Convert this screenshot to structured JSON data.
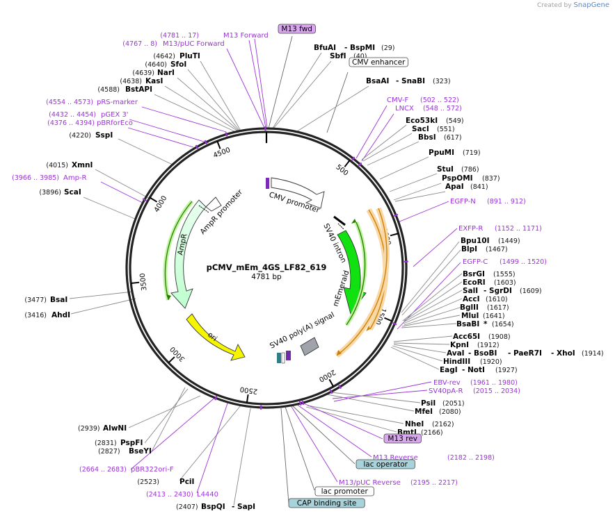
{
  "app": {
    "credit_prefix": "Created by",
    "credit_brand": "SnapGene"
  },
  "plasmid": {
    "name": "pCMV_mEm_4GS_LF82_619",
    "length": "4781 bp"
  },
  "colors": {
    "backbone": "#222222",
    "primer": "#9b30d9",
    "enzyme_line": "#888888",
    "mEmerald": "#11e011",
    "AmpR": "#cfffd9",
    "ori": "#f5f500",
    "orf_outline": "#d47e00",
    "orf_fill": "#f7d9a8"
  },
  "ticks": [
    "500",
    "1000",
    "1500",
    "2000",
    "2500",
    "3000",
    "3500",
    "4000",
    "4500"
  ],
  "features": {
    "cmv_promoter": "CMV promoter",
    "sv40_intron": "SV40 intron",
    "mEmerald": "mEmerald",
    "sv40_polyA": "SV40 poly(A) signal",
    "ori": "ori",
    "ampR": "AmpR",
    "ampR_promoter": "AmpR promoter"
  },
  "labels": [
    {
      "kind": "pos",
      "text": "(4781 .. 17)",
      "c": "p"
    },
    {
      "kind": "primer",
      "text": "M13 Forward"
    },
    {
      "kind": "box",
      "text": "M13 fwd",
      "style": "purple"
    },
    {
      "kind": "pos",
      "text": "(4767 .. 8)",
      "c": "p"
    },
    {
      "kind": "primer",
      "text": "M13/pUC Forward"
    },
    {
      "kind": "enz",
      "text": "BfuAI"
    },
    {
      "kind": "enz",
      "text": "- BspMI"
    },
    {
      "kind": "pos",
      "text": "(29)"
    },
    {
      "kind": "enz",
      "text": "SbfI"
    },
    {
      "kind": "pos",
      "text": "(40)"
    },
    {
      "kind": "pos",
      "text": "(4642)"
    },
    {
      "kind": "enz",
      "text": "PluTI"
    },
    {
      "kind": "pos",
      "text": "(4640)"
    },
    {
      "kind": "enz",
      "text": "SfoI"
    },
    {
      "kind": "pos",
      "text": "(4639)"
    },
    {
      "kind": "enz",
      "text": "NarI"
    },
    {
      "kind": "pos",
      "text": "(4638)"
    },
    {
      "kind": "enz",
      "text": "KasI"
    },
    {
      "kind": "pos",
      "text": "(4588)"
    },
    {
      "kind": "enz",
      "text": "BstAPI"
    },
    {
      "kind": "box",
      "text": "CMV enhancer",
      "style": "white"
    },
    {
      "kind": "enz",
      "text": "BsaAI"
    },
    {
      "kind": "enz",
      "text": "- SnaBI"
    },
    {
      "kind": "pos",
      "text": "(323)"
    },
    {
      "kind": "pos",
      "text": "(4554 .. 4573)",
      "c": "p"
    },
    {
      "kind": "primer",
      "text": "pRS-marker"
    },
    {
      "kind": "primer",
      "text": "CMV-F"
    },
    {
      "kind": "pos",
      "text": "(502 .. 522)",
      "c": "p"
    },
    {
      "kind": "primer",
      "text": "LNCX"
    },
    {
      "kind": "pos",
      "text": "(548 .. 572)",
      "c": "p"
    },
    {
      "kind": "pos",
      "text": "(4432 .. 4454)",
      "c": "p"
    },
    {
      "kind": "primer",
      "text": "pGEX 3'"
    },
    {
      "kind": "pos",
      "text": "(4376 .. 4394)",
      "c": "p"
    },
    {
      "kind": "primer",
      "text": "pBRforEco"
    },
    {
      "kind": "enz",
      "text": "Eco53kI"
    },
    {
      "kind": "pos",
      "text": "(549)"
    },
    {
      "kind": "enz",
      "text": "SacI"
    },
    {
      "kind": "pos",
      "text": "(551)"
    },
    {
      "kind": "pos",
      "text": "(4220)"
    },
    {
      "kind": "enz",
      "text": "SspI"
    },
    {
      "kind": "enz",
      "text": "BbsI"
    },
    {
      "kind": "pos",
      "text": "(617)"
    },
    {
      "kind": "enz",
      "text": "PpuMI"
    },
    {
      "kind": "pos",
      "text": "(719)"
    },
    {
      "kind": "pos",
      "text": "(4015)"
    },
    {
      "kind": "enz",
      "text": "XmnI"
    },
    {
      "kind": "enz",
      "text": "StuI"
    },
    {
      "kind": "pos",
      "text": "(786)"
    },
    {
      "kind": "pos",
      "text": "(3966 .. 3985)",
      "c": "p"
    },
    {
      "kind": "primer",
      "text": "Amp-R"
    },
    {
      "kind": "enz",
      "text": "PspOMI"
    },
    {
      "kind": "pos",
      "text": "(837)"
    },
    {
      "kind": "enz",
      "text": "ApaI"
    },
    {
      "kind": "pos",
      "text": "(841)"
    },
    {
      "kind": "pos",
      "text": "(3896)"
    },
    {
      "kind": "enz",
      "text": "ScaI"
    },
    {
      "kind": "primer",
      "text": "EGFP-N"
    },
    {
      "kind": "pos",
      "text": "(891 .. 912)",
      "c": "p"
    },
    {
      "kind": "primer",
      "text": "EXFP-R"
    },
    {
      "kind": "pos",
      "text": "(1152 .. 1171)",
      "c": "p"
    },
    {
      "kind": "enz",
      "text": "Bpu10I"
    },
    {
      "kind": "pos",
      "text": "(1449)"
    },
    {
      "kind": "enz",
      "text": "BlpI"
    },
    {
      "kind": "pos",
      "text": "(1467)"
    },
    {
      "kind": "primer",
      "text": "EGFP-C"
    },
    {
      "kind": "pos",
      "text": "(1499 .. 1520)",
      "c": "p"
    },
    {
      "kind": "enz",
      "text": "BsrGI"
    },
    {
      "kind": "pos",
      "text": "(1555)"
    },
    {
      "kind": "enz",
      "text": "EcoRI"
    },
    {
      "kind": "pos",
      "text": "(1603)"
    },
    {
      "kind": "pos",
      "text": "(3477)"
    },
    {
      "kind": "enz",
      "text": "BsaI"
    },
    {
      "kind": "enz",
      "text": "SalI"
    },
    {
      "kind": "enz",
      "text": "- SgrDI"
    },
    {
      "kind": "pos",
      "text": "(1609)"
    },
    {
      "kind": "enz",
      "text": "AccI"
    },
    {
      "kind": "pos",
      "text": "(1610)"
    },
    {
      "kind": "pos",
      "text": "(3416)"
    },
    {
      "kind": "enz",
      "text": "AhdI"
    },
    {
      "kind": "enz",
      "text": "BglII"
    },
    {
      "kind": "pos",
      "text": "(1617)"
    },
    {
      "kind": "enz",
      "text": "MluI"
    },
    {
      "kind": "pos",
      "text": "(1641)"
    },
    {
      "kind": "enz",
      "text": "BsaBI"
    },
    {
      "kind": "enz",
      "text": "*"
    },
    {
      "kind": "pos",
      "text": "(1654)"
    },
    {
      "kind": "enz",
      "text": "Acc65I"
    },
    {
      "kind": "pos",
      "text": "(1908)"
    },
    {
      "kind": "enz",
      "text": "KpnI"
    },
    {
      "kind": "pos",
      "text": "(1912)"
    },
    {
      "kind": "enz",
      "text": "AvaI"
    },
    {
      "kind": "enz",
      "text": "- BsoBI"
    },
    {
      "kind": "enz",
      "text": "- PaeR7I"
    },
    {
      "kind": "enz",
      "text": "- XhoI"
    },
    {
      "kind": "pos",
      "text": "(1914)"
    },
    {
      "kind": "enz",
      "text": "HindIII"
    },
    {
      "kind": "pos",
      "text": "(1920)"
    },
    {
      "kind": "enz",
      "text": "EagI"
    },
    {
      "kind": "enz",
      "text": "- NotI"
    },
    {
      "kind": "pos",
      "text": "(1927)"
    },
    {
      "kind": "primer",
      "text": "EBV-rev"
    },
    {
      "kind": "pos",
      "text": "(1961 .. 1980)",
      "c": "p"
    },
    {
      "kind": "primer",
      "text": "SV40pA-R"
    },
    {
      "kind": "pos",
      "text": "(2015 .. 2034)",
      "c": "p"
    },
    {
      "kind": "enz",
      "text": "PsiI"
    },
    {
      "kind": "pos",
      "text": "(2051)"
    },
    {
      "kind": "enz",
      "text": "MfeI"
    },
    {
      "kind": "pos",
      "text": "(2080)"
    },
    {
      "kind": "pos",
      "text": "(2939)"
    },
    {
      "kind": "enz",
      "text": "AlwNI"
    },
    {
      "kind": "enz",
      "text": "NheI"
    },
    {
      "kind": "pos",
      "text": "(2162)"
    },
    {
      "kind": "enz",
      "text": "BmtI"
    },
    {
      "kind": "pos",
      "text": "(2166)"
    },
    {
      "kind": "pos",
      "text": "(2831)"
    },
    {
      "kind": "enz",
      "text": "PspFI"
    },
    {
      "kind": "box",
      "text": "M13 rev",
      "style": "purple"
    },
    {
      "kind": "pos",
      "text": "(2827)"
    },
    {
      "kind": "enz",
      "text": "BseYI"
    },
    {
      "kind": "primer",
      "text": "M13 Reverse"
    },
    {
      "kind": "pos",
      "text": "(2182 .. 2198)",
      "c": "p"
    },
    {
      "kind": "pos",
      "text": "(2664 .. 2683)",
      "c": "p"
    },
    {
      "kind": "primer",
      "text": "pBR322ori-F"
    },
    {
      "kind": "box",
      "text": "lac operator",
      "style": "teal"
    },
    {
      "kind": "pos",
      "text": "(2523)"
    },
    {
      "kind": "enz",
      "text": "PciI"
    },
    {
      "kind": "primer",
      "text": "M13/pUC Reverse"
    },
    {
      "kind": "pos",
      "text": "(2195 .. 2217)",
      "c": "p"
    },
    {
      "kind": "pos",
      "text": "(2413 .. 2430)",
      "c": "p"
    },
    {
      "kind": "primer",
      "text": "L4440"
    },
    {
      "kind": "box",
      "text": "lac promoter",
      "style": "white"
    },
    {
      "kind": "pos",
      "text": "(2407)"
    },
    {
      "kind": "enz",
      "text": "BspQI"
    },
    {
      "kind": "enz",
      "text": "- SapI"
    },
    {
      "kind": "box",
      "text": "CAP binding site",
      "style": "teal"
    }
  ]
}
